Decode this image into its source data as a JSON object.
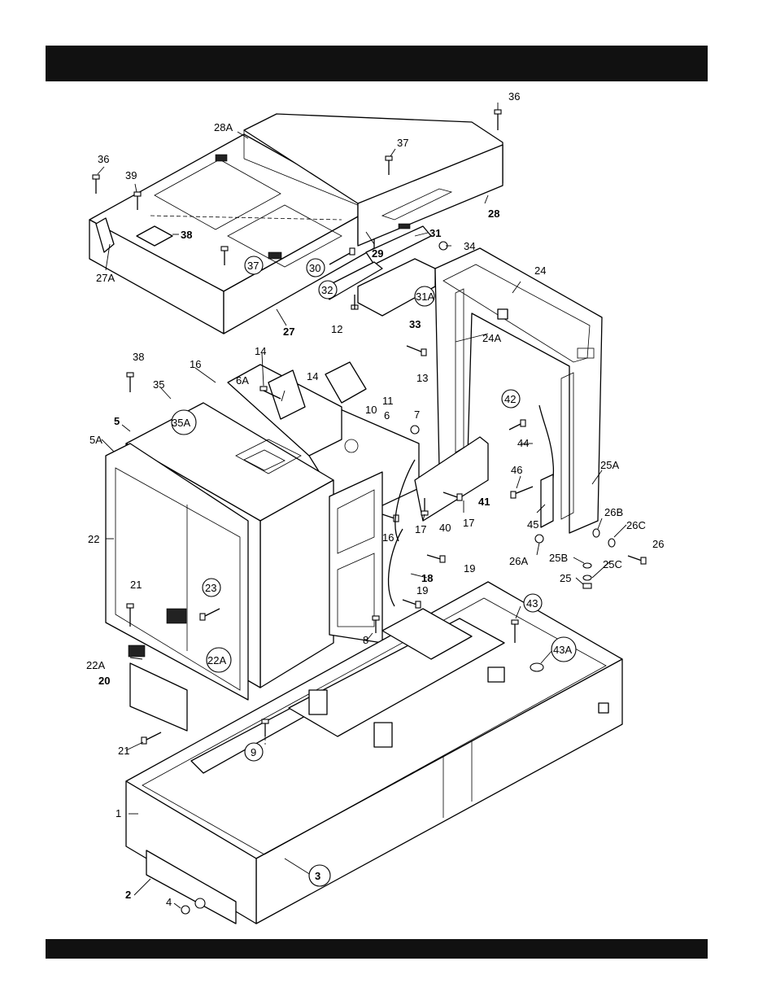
{
  "labels": {
    "l36a": "36",
    "l36b": "36",
    "l28a": "28A",
    "l37a": "37",
    "l37b": "37",
    "l39": "39",
    "l38a": "38",
    "l38b": "38",
    "l28": "28",
    "l29": "29",
    "l31": "31",
    "l34": "34",
    "l30": "30",
    "l32": "32",
    "l31a": "31A",
    "l33": "33",
    "l27a": "27A",
    "l27": "27",
    "l24": "24",
    "l24a": "24A",
    "l12": "12",
    "l13": "13",
    "l14a": "14",
    "l14b": "14",
    "l16a": "16",
    "l16b": "16",
    "l6a": "6A",
    "l6": "6",
    "l10": "10",
    "l11": "11",
    "l7": "7",
    "l35": "35",
    "l35a": "35A",
    "l5": "5",
    "l5a": "5A",
    "l42": "42",
    "l44": "44",
    "l46": "46",
    "l25a": "25A",
    "l41": "41",
    "l17a": "17",
    "l17b": "17",
    "l40": "40",
    "l45": "45",
    "l26b": "26B",
    "l26c": "26C",
    "l26": "26",
    "l26a": "26A",
    "l25b": "25B",
    "l25c": "25C",
    "l25": "25",
    "l22": "22",
    "l23": "23",
    "l21a": "21",
    "l21b": "21",
    "l22a": "22A",
    "l22a2": "22A",
    "l20": "20",
    "l18": "18",
    "l19a": "19",
    "l19b": "19",
    "l8": "8",
    "l43": "43",
    "l43a": "43A",
    "l9": "9",
    "l1": "1",
    "l2": "2",
    "l3": "3",
    "l4": "4"
  }
}
